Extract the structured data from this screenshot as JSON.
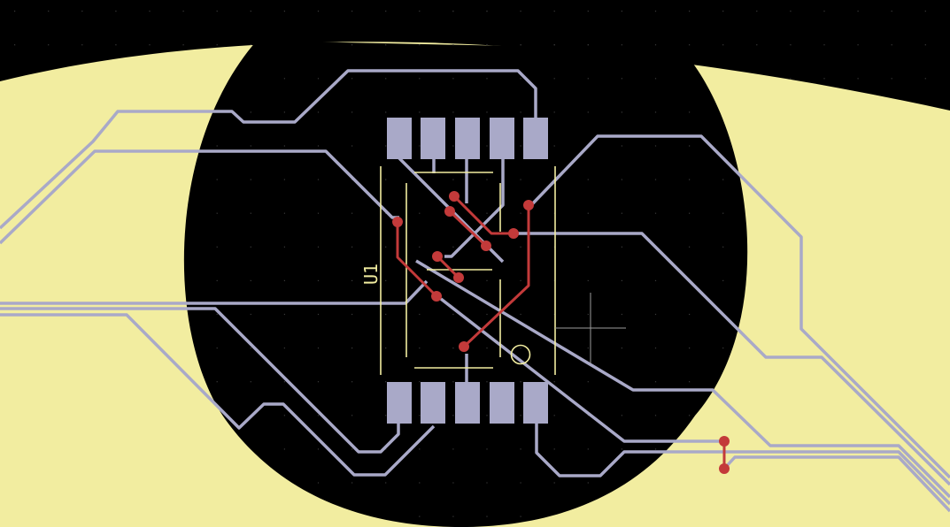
{
  "component": {
    "reference": "U1"
  },
  "colors": {
    "background": "#000000",
    "copper_pour": "#f2eda0",
    "silkscreen": "#f2eda0",
    "pad": "#a9a9c8",
    "trace_top": "#a9a9c8",
    "trace_bottom": "#c33a3a",
    "via": "#c33a3a",
    "crosshair": "#9b9b9b",
    "grid_dot": "#3a3a3a"
  },
  "icons": {
    "pin1_marker": "circle-outline",
    "cursor": "crosshair"
  }
}
